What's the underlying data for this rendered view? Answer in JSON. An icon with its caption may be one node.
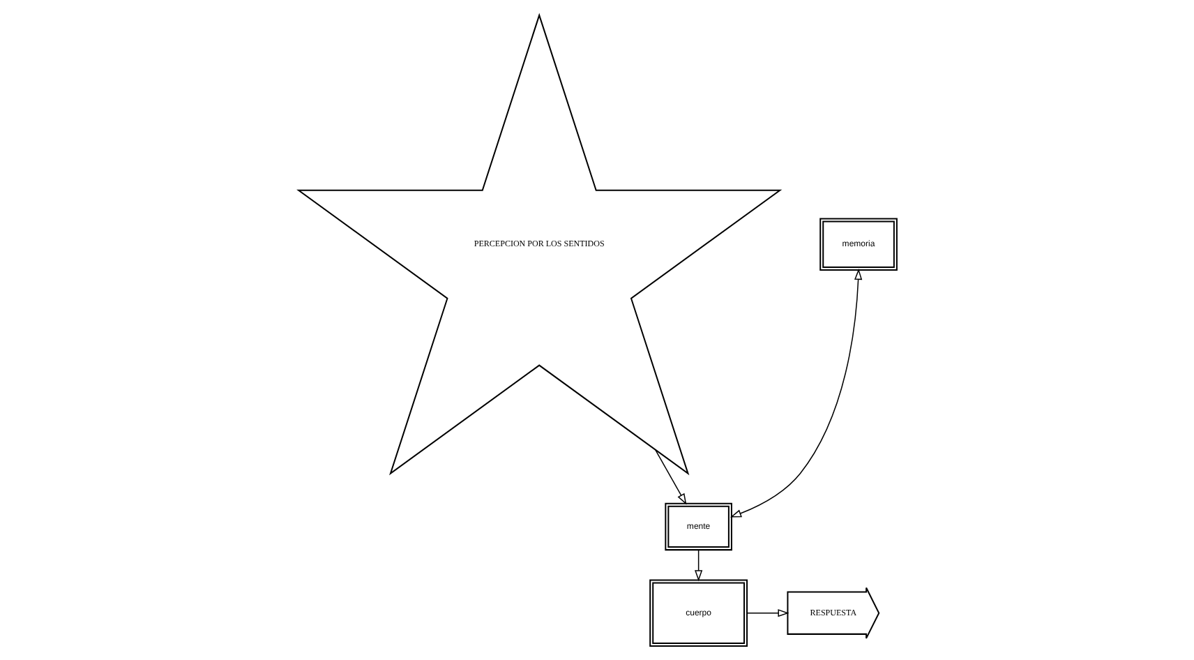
{
  "diagram": {
    "nodes": [
      {
        "text": [
          "PERCEPCION POR LOS SENTIDOS"
        ]
      },
      {
        "text": [
          "memoria"
        ]
      },
      {
        "text": [
          "mente"
        ]
      },
      {
        "text": [
          "cuerpo"
        ]
      },
      {
        "text": [
          "RESPUESTA"
        ]
      }
    ],
    "edges": [
      {
        "from": 0,
        "to": 2,
        "arrow": "to"
      },
      {
        "from": 1,
        "to": 2,
        "arrow": "both"
      },
      {
        "from": 2,
        "to": 3,
        "arrow": "to"
      },
      {
        "from": 3,
        "to": 4,
        "arrow": "to"
      }
    ]
  }
}
